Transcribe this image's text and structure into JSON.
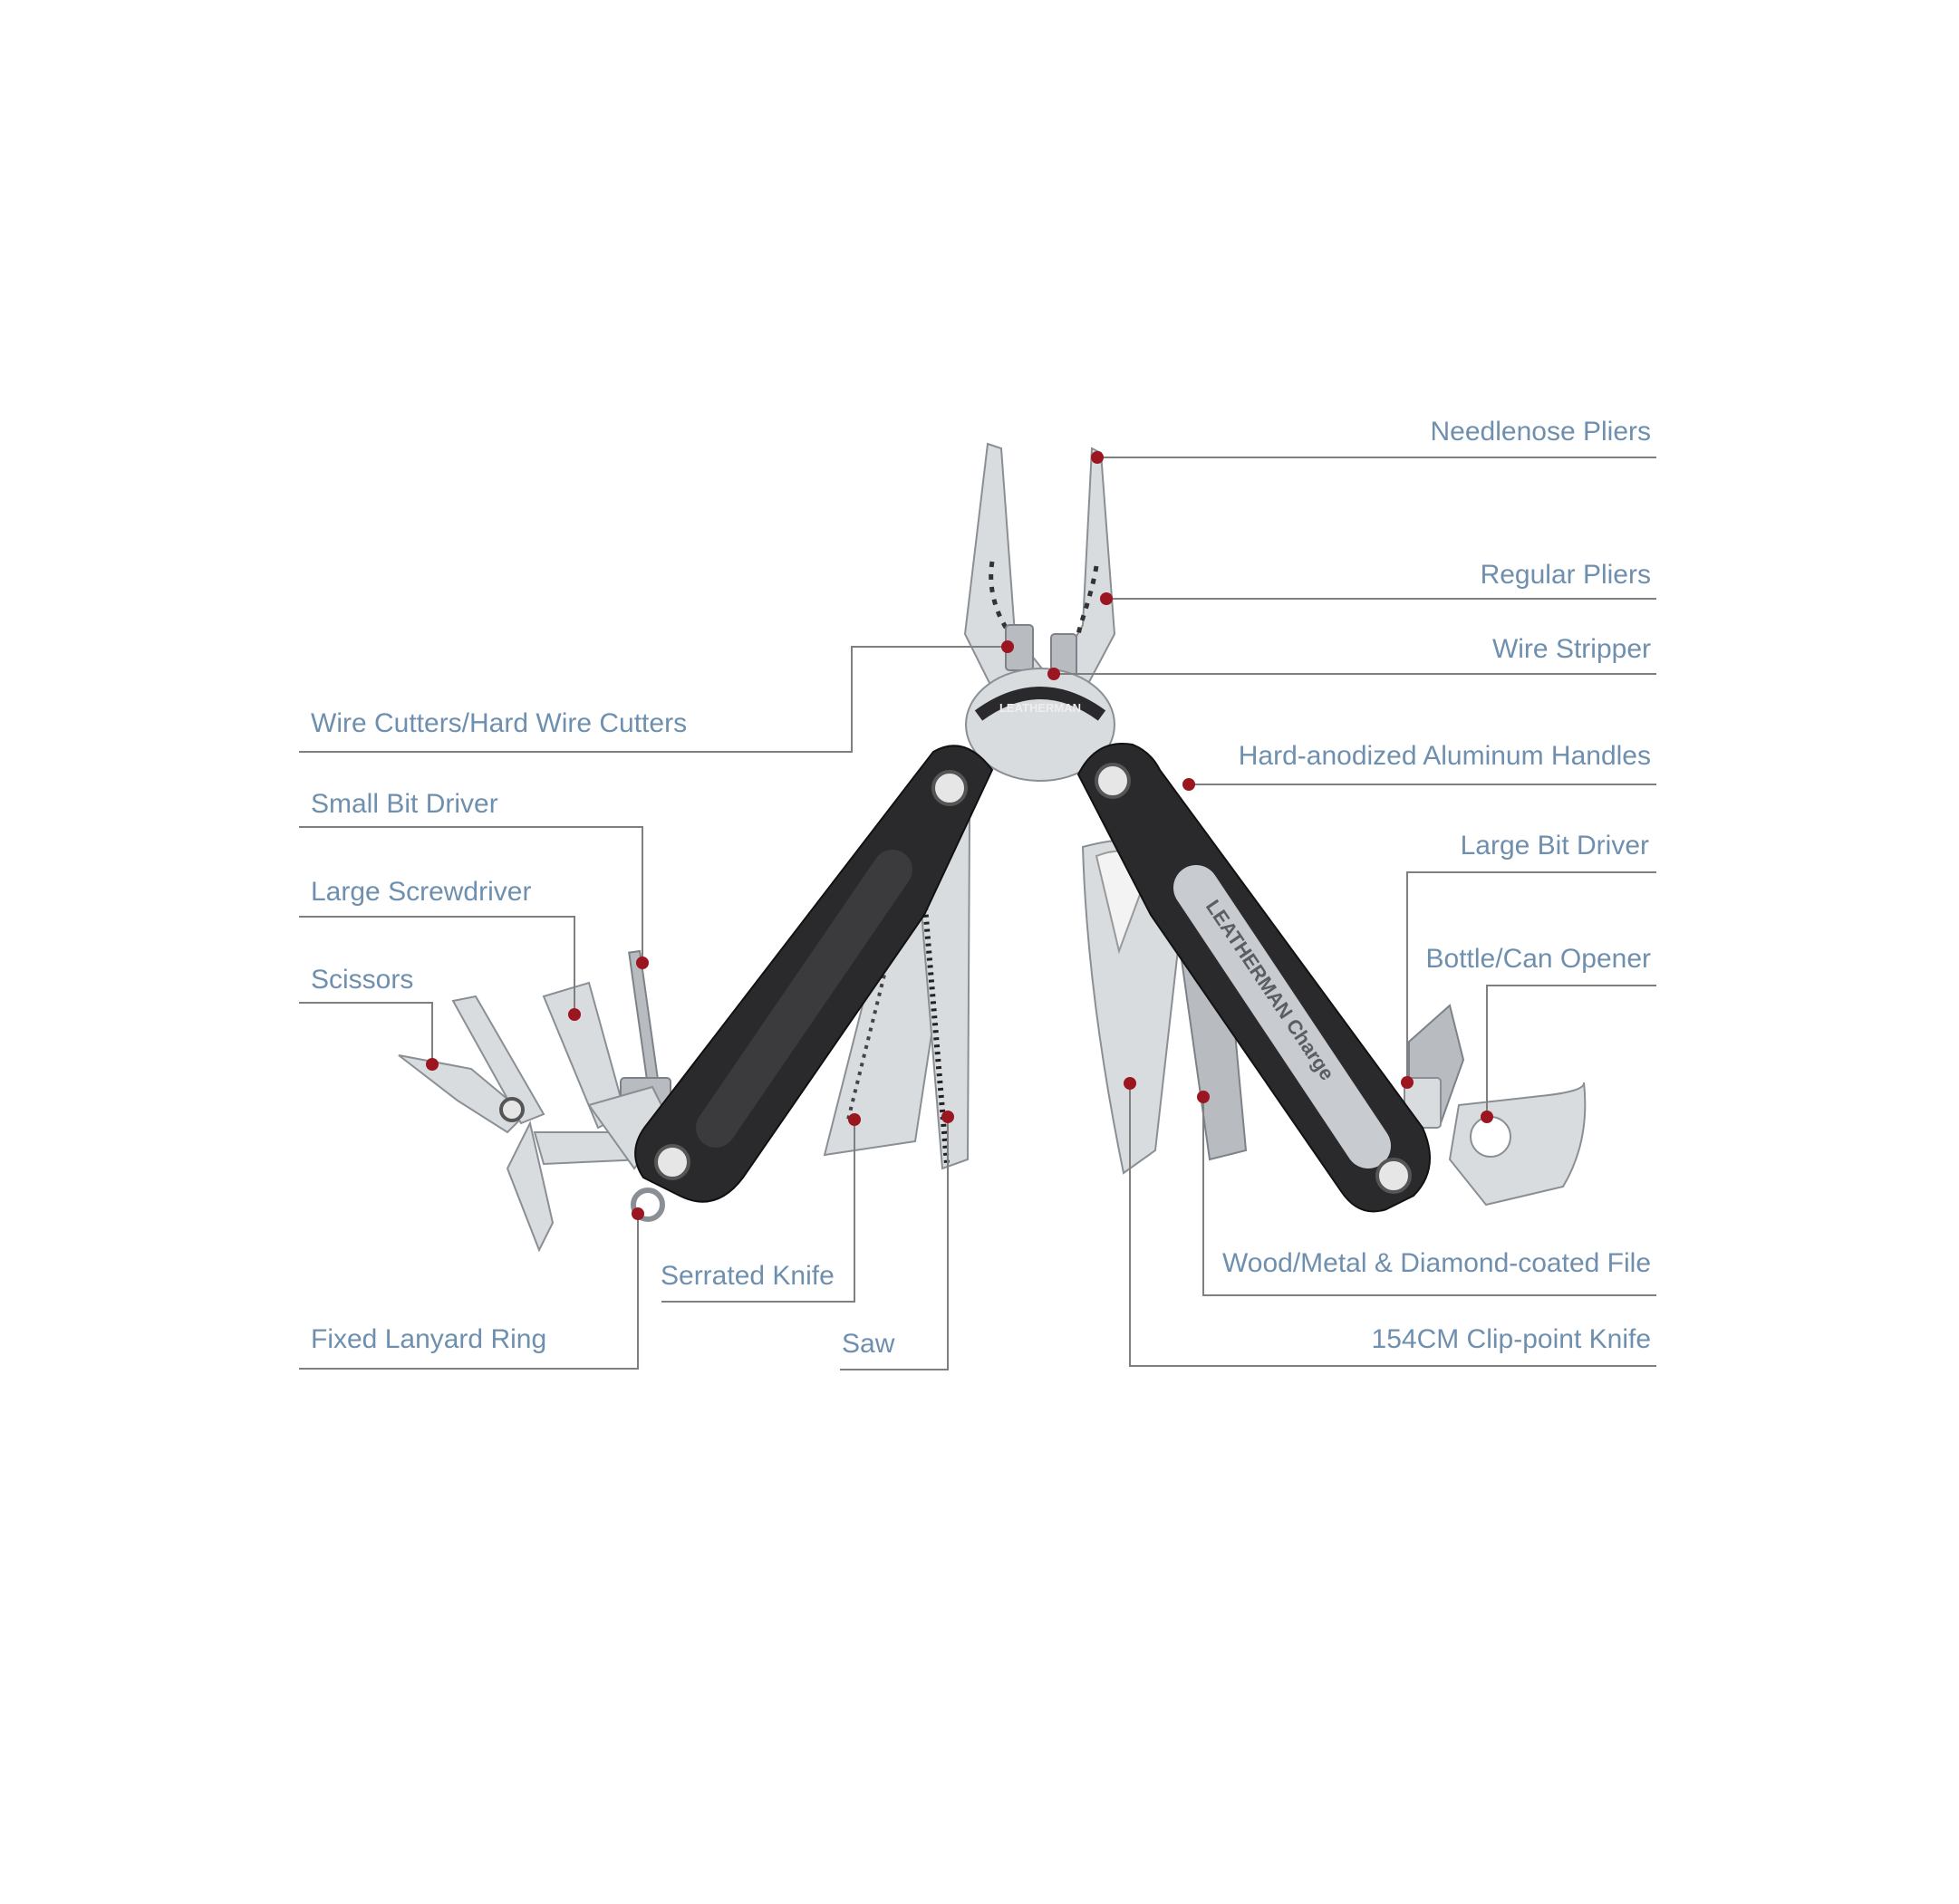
{
  "labels": {
    "needlenose_pliers": "Needlenose Pliers",
    "regular_pliers": "Regular Pliers",
    "wire_stripper": "Wire Stripper",
    "hard_anodized_handles": "Hard-anodized Aluminum Handles",
    "large_bit_driver": "Large Bit Driver",
    "bottle_can_opener": "Bottle/Can Opener",
    "wood_metal_file": "Wood/Metal & Diamond-coated File",
    "clip_point_knife": "154CM Clip-point Knife",
    "wire_cutters": "Wire Cutters/Hard Wire Cutters",
    "small_bit_driver": "Small Bit Driver",
    "large_screwdriver": "Large Screwdriver",
    "scissors": "Scissors",
    "serrated_knife": "Serrated Knife",
    "saw": "Saw",
    "fixed_lanyard_ring": "Fixed Lanyard Ring"
  },
  "brand_marks": {
    "pivot": "LEATHERMAN",
    "handle": "LEATHERMAN Charge"
  },
  "colors": {
    "label_text": "#6f8fae",
    "leader_line": "#7f7f7f",
    "callout_dot": "#9b1620",
    "handle": "#2a2a2c",
    "steel": "#d9dcdf"
  }
}
